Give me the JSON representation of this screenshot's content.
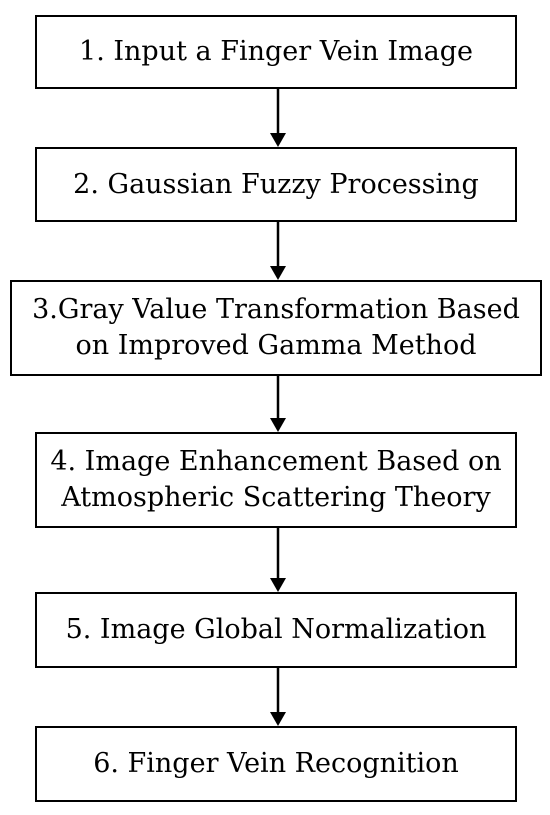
{
  "steps": [
    {
      "lines": [
        "1. Input a Finger Vein Image"
      ]
    },
    {
      "lines": [
        "2. Gaussian Fuzzy Processing"
      ]
    },
    {
      "lines": [
        "3.Gray Value Transformation Based",
        "on Improved Gamma Method"
      ]
    },
    {
      "lines": [
        "4. Image Enhancement Based on",
        "Atmospheric Scattering Theory"
      ]
    },
    {
      "lines": [
        "5. Image Global Normalization"
      ]
    },
    {
      "lines": [
        "6. Finger Vein Recognition"
      ]
    }
  ],
  "colors": {
    "box_border": "#000000",
    "box_fill": "#ffffff",
    "text": "#000000",
    "arrow": "#000000"
  }
}
